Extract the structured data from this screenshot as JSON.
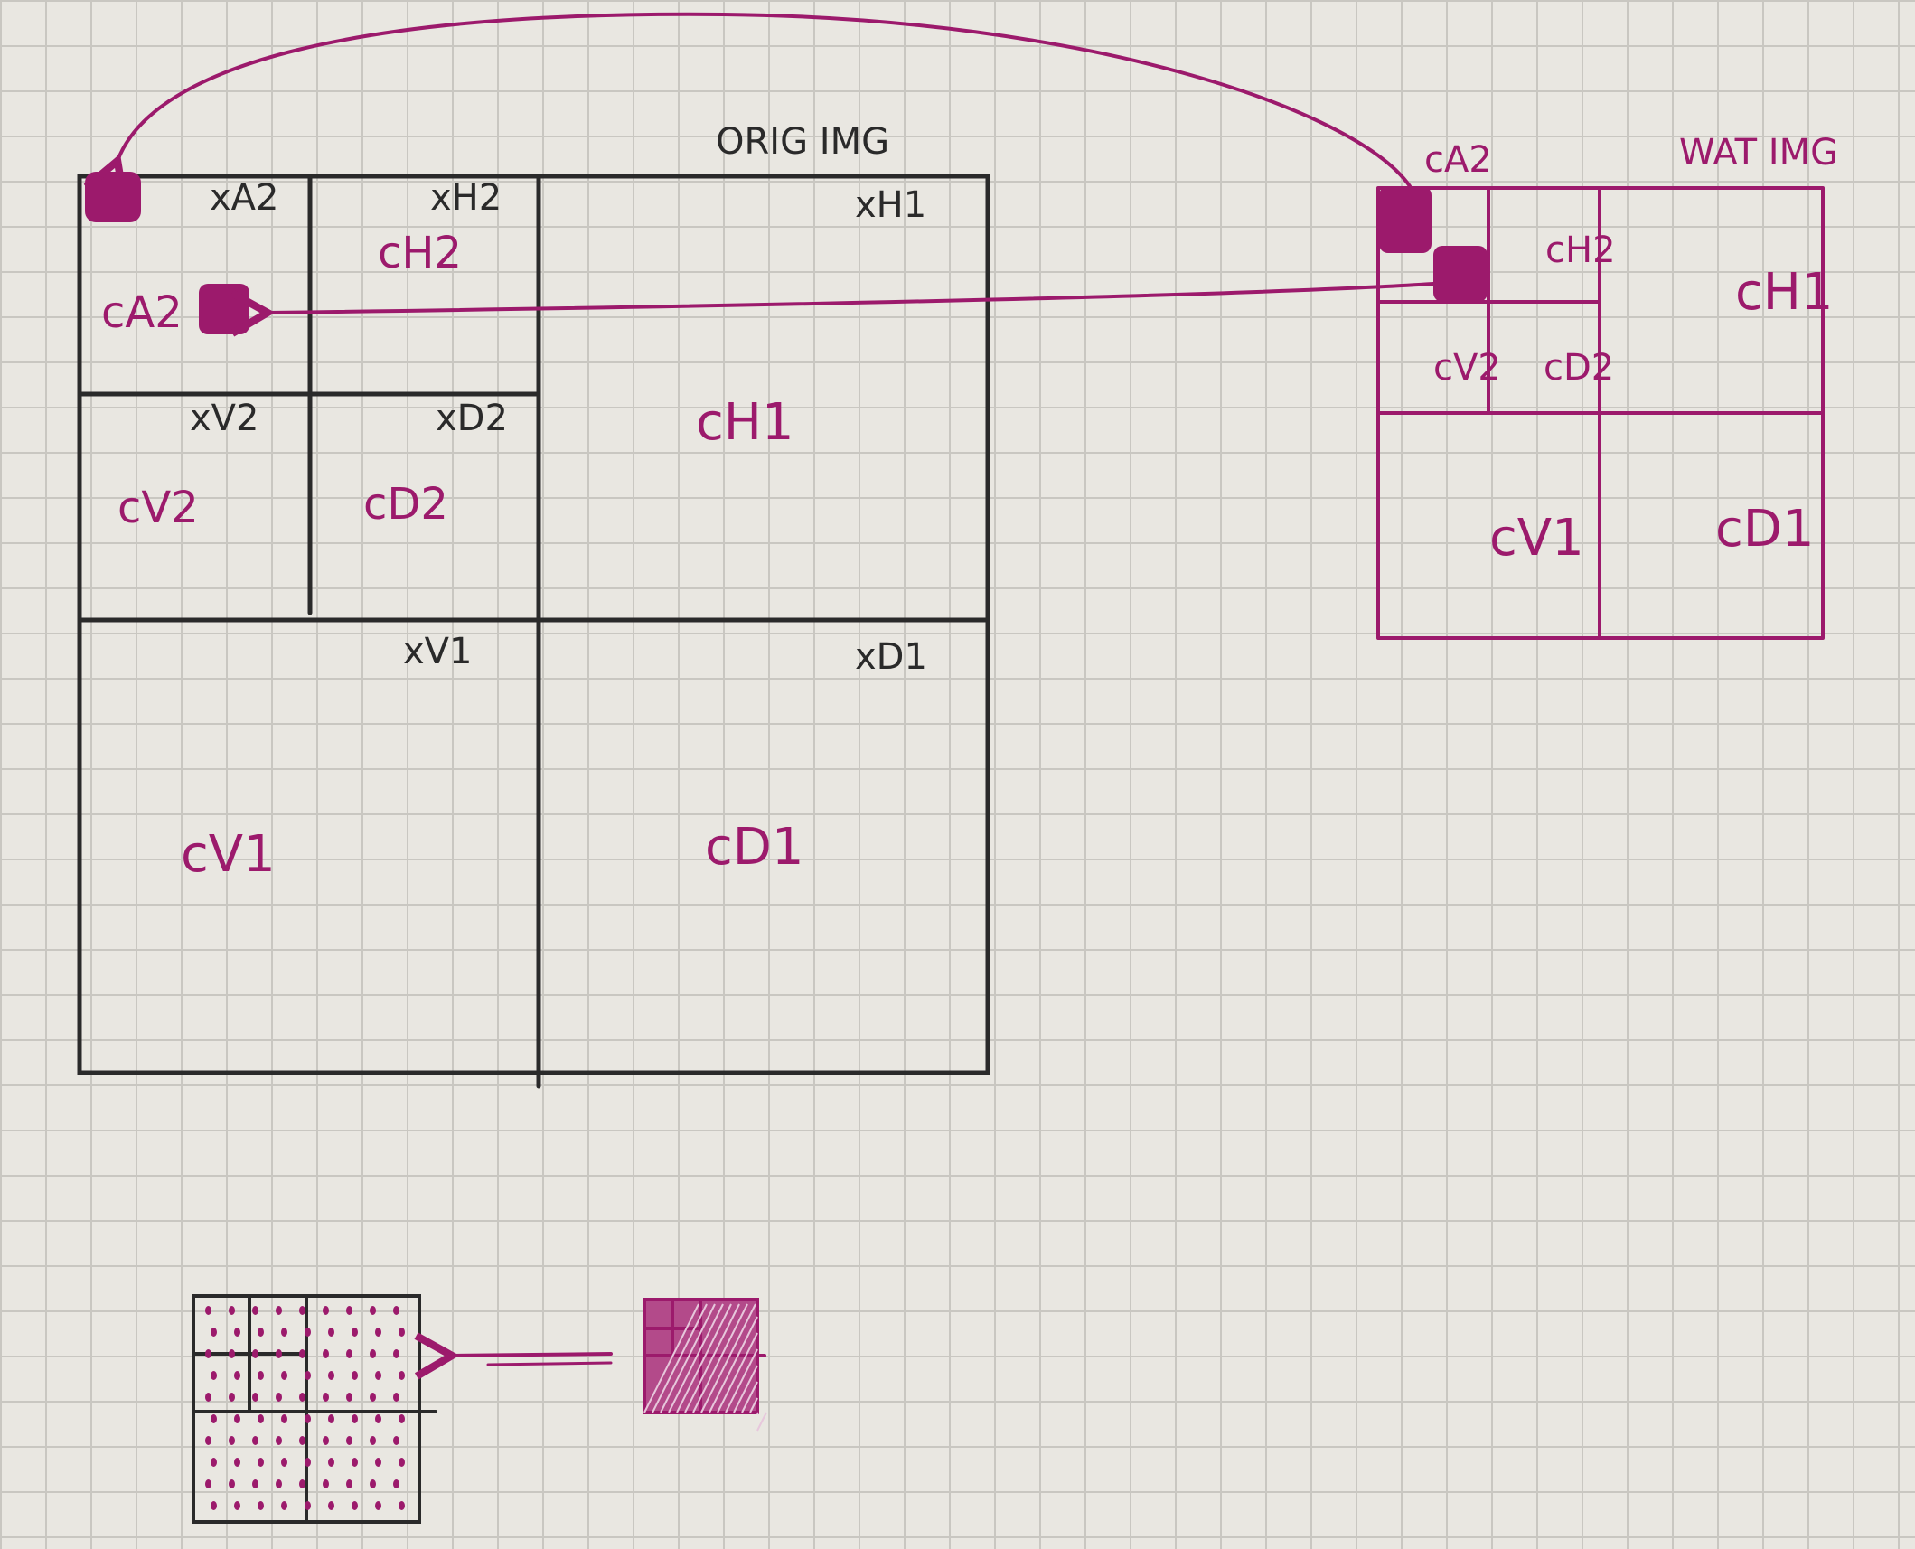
{
  "diagram": {
    "orig_title": "ORIG IMG",
    "wat_title": "WAT IMG",
    "orig_labels": {
      "xA2": "xA2",
      "xH2": "xH2",
      "xH1": "xH1",
      "xV2": "xV2",
      "xD2": "xD2",
      "xV1": "xV1",
      "xD1": "xD1"
    },
    "orig_cells": {
      "cA2": "cA2",
      "cH2": "cH2",
      "cH1": "cH1",
      "cV2": "cV2",
      "cD2": "cD2",
      "cV1": "cV1",
      "cD1": "cD1"
    },
    "wat_cells": {
      "cA2": "cA2",
      "cH2": "cH2",
      "cH1": "cH1",
      "cV2": "cV2",
      "cD2": "cD2",
      "cV1": "cV1",
      "cD1": "cD1"
    },
    "colors": {
      "ink": "#2a2a2a",
      "magenta": "#9c1a6c",
      "paper": "#e9e7e1",
      "grid": "#c9c7c1"
    }
  }
}
